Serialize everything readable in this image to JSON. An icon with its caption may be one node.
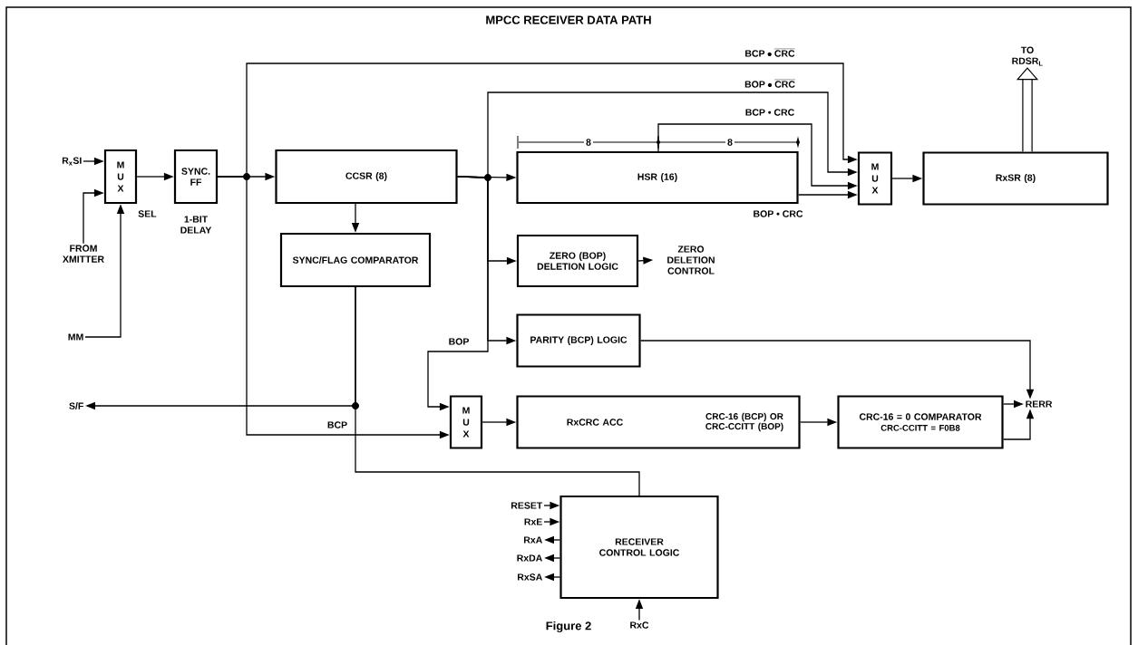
{
  "diagram": {
    "title": "MPCC RECEIVER DATA PATH",
    "caption": "Figure 2",
    "nodes": [
      {
        "text": [
          "R$_{x}$SI"
        ]
      },
      {
        "text": [
          "M U X"
        ],
        "beside": [
          "SEL"
        ]
      },
      {
        "text": [
          "FROM XMITTER"
        ]
      },
      {
        "text": [
          "MM"
        ]
      },
      {
        "text": [
          "SYNC. FF"
        ],
        "beside": [
          "1-BIT DELAY"
        ]
      },
      {
        "text": [
          "CCSR (8)"
        ]
      },
      {
        "text": [
          "SYNC/FLAG COMPARATOR"
        ]
      },
      {
        "text": [
          "HSR (16)"
        ]
      },
      {
        "text": [
          "M U X"
        ]
      },
      {
        "text": [
          "RxSR (8)"
        ]
      },
      {
        "text": [
          "TO RDSR$_{L}$"
        ]
      },
      {
        "text": [
          "ZERO (BOP) DELETION LOGIC"
        ]
      },
      {
        "text": [
          "ZERO DELETION CONTROL"
        ]
      },
      {
        "text": [
          "PARITY (BCP) LOGIC"
        ]
      },
      {
        "text": [
          "S/F"
        ]
      },
      {
        "text": [
          "M U X"
        ]
      },
      {
        "text": [
          "RxCRC ACC",
          "CRC-16 (BCP) OR CRC-CCITT (BOP)"
        ]
      },
      {
        "text": [
          "CRC-16 = 0 COMPARATOR",
          "CRC-CCITT = F0B8"
        ]
      },
      {
        "text": [
          "RERR"
        ]
      },
      {
        "text": [
          "RECEIVER CONTROL LOGIC"
        ]
      },
      {
        "text": [
          "RESET"
        ]
      },
      {
        "text": [
          "RxE"
        ]
      },
      {
        "text": [
          "RxA"
        ]
      },
      {
        "text": [
          "RxDA"
        ]
      },
      {
        "text": [
          "RxSA"
        ]
      },
      {
        "text": [
          "RxC"
        ]
      }
    ],
    "edges": [
      {
        "from": 0,
        "to": 1,
        "arrow": "to"
      },
      {
        "from": 2,
        "to": 1,
        "arrow": "to"
      },
      {
        "from": 3,
        "to": 1,
        "arrow": "to"
      },
      {
        "from": 1,
        "to": 4,
        "arrow": "to"
      },
      {
        "from": 4,
        "to": 5,
        "arrow": "to"
      },
      {
        "from": 5,
        "to": 6,
        "arrow": "to"
      },
      {
        "from": 5,
        "to": 7,
        "arrow": "to"
      },
      {
        "from": 4,
        "to": 8,
        "arrow": "to",
        "label": "\\mathbf{BCP} \\bullet \\overline{\\mathbf{CRC}}"
      },
      {
        "from": 5,
        "to": 8,
        "arrow": "to",
        "label": "\\mathbf{BOP} \\bullet \\overline{\\mathbf{CRC}}"
      },
      {
        "from": 7,
        "to": 8,
        "arrow": "to",
        "label": "BCP • CRC"
      },
      {
        "from": 7,
        "to": 8,
        "arrow": "to",
        "label": "BOP • CRC"
      },
      {
        "from": 8,
        "to": 9,
        "arrow": "to"
      },
      {
        "from": 9,
        "to": 10,
        "arrow": "to",
        "style": "thick"
      },
      {
        "from": 5,
        "to": 11,
        "arrow": "to"
      },
      {
        "from": 11,
        "to": 12,
        "arrow": "to"
      },
      {
        "from": 5,
        "to": 13,
        "arrow": "to"
      },
      {
        "from": 5,
        "to": 15,
        "arrow": "to",
        "label": "BOP"
      },
      {
        "from": 4,
        "to": 15,
        "arrow": "to",
        "label": "BCP"
      },
      {
        "from": 6,
        "to": 14,
        "arrow": "to"
      },
      {
        "from": 6,
        "to": 19,
        "arrow": "none"
      },
      {
        "from": 15,
        "to": 16,
        "arrow": "to"
      },
      {
        "from": 16,
        "to": 17,
        "arrow": "to"
      },
      {
        "from": 13,
        "to": 18,
        "arrow": "to"
      },
      {
        "from": 17,
        "to": 18,
        "arrow": "to"
      },
      {
        "from": 17,
        "to": 18,
        "arrow": "to"
      },
      {
        "from": 20,
        "to": 19,
        "arrow": "to"
      },
      {
        "from": 21,
        "to": 19,
        "arrow": "to"
      },
      {
        "from": 19,
        "to": 22,
        "arrow": "to"
      },
      {
        "from": 19,
        "to": 23,
        "arrow": "to"
      },
      {
        "from": 19,
        "to": 24,
        "arrow": "to"
      },
      {
        "from": 25,
        "to": 19,
        "arrow": "to"
      }
    ],
    "labels": [
      "8",
      "8"
    ]
  }
}
